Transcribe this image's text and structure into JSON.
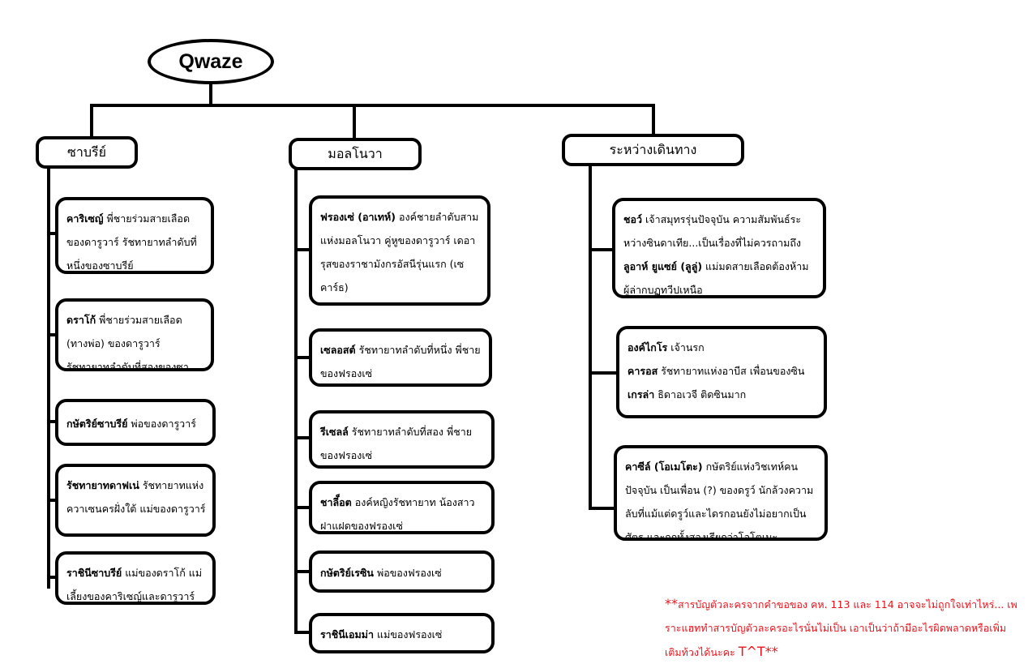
{
  "root": {
    "title": "Qwaze"
  },
  "columns": [
    {
      "header": "ซาบรีย์",
      "items": [
        {
          "name": "คาริเซญ์",
          "desc": " พี่ชายร่วมสายเลือดของดารูวาร์ รัชทายาทลำดับที่หนึ่งของซาบรีย์"
        },
        {
          "name": "ดราโก้",
          "desc": " พี่ชายร่วมสายเลือด (ทางพ่อ) ของดารูวาร์ รัชทายาทลำดับที่สองของซาบรีย์"
        },
        {
          "name": "กษัตริย์ซาบรีย์",
          "desc": " พ่อของดารูวาร์"
        },
        {
          "name": "รัชทายาทดาฟเน่",
          "desc": " รัชทายาทแห่งควาเซนครฝั่งใต้ แม่ของดารูวาร์"
        },
        {
          "name": "ราชินีซาบรีย์",
          "desc": " แม่ของดราโก้ แม่เลี้ยงของคาริเซญ์และดารูวาร์"
        }
      ]
    },
    {
      "header": "มอลโนวา",
      "items": [
        {
          "name": "ฟรองเซ่ (อาเทห์)",
          "desc": " องค์ชายลำดับสามแห่งมอลโนวา คู่หูของดารูวาร์ เดอารุสของราชามังกรอัสนีรุ่นแรก (เซคาร์ธ)"
        },
        {
          "name": "เซลอสต์",
          "desc": " รัชทายาทลำดับที่หนึ่ง พี่ชายของฟรองเซ่"
        },
        {
          "name": "รีเซลล์",
          "desc": " รัชทายาทลำดับที่สอง พี่ชายของฟรองเซ่"
        },
        {
          "name": "ชาลี็อต",
          "desc": " องค์หญิงรัชทายาท น้องสาวฝาแฝดของฟรองเซ่"
        },
        {
          "name": "กษัตริย์เรซิน",
          "desc": " พ่อของฟรองเซ่"
        },
        {
          "name": "ราชินีเอมม่า",
          "desc": " แม่ของฟรองเซ่"
        }
      ]
    },
    {
      "header": "ระหว่างเดินทาง",
      "items": [
        {
          "lines": [
            {
              "name": "ชอว์",
              "desc": " เจ้าสมุทรรุ่นปัจจุบัน ความสัมพันธ์ระหว่างซินดาเทีย...เป็นเรื่องที่ไม่ควรถามถึง"
            },
            {
              "name": "ลูอาห์ ยูแซย์ (ลูลู่)",
              "desc": " แม่มดสายเลือดต้องห้าม ผู้ล่ากบฏทวีปเหนือ"
            }
          ]
        },
        {
          "lines": [
            {
              "name": "องค์ไกโร",
              "desc": " เจ้านรก"
            },
            {
              "name": "คารอส",
              "desc": " รัชทายาทแห่งอาบีส เพื่อนของซิน"
            },
            {
              "name": "เกรล่า",
              "desc": " ธิดาอเวจี ติดซินมาก"
            }
          ]
        },
        {
          "lines": [
            {
              "name": "คาซีล์ (โอเมโตะ)",
              "desc": " กษัตริย์แห่งวิชเทห์คนปัจจุบัน เป็นเพื่อน (?) ของดรูว์ นักล้วงความลับที่แม้แต่ดรูว์และไดรกอนยังไม่อยากเป็นศัตรู และถูกทั้งสองเรียกว่าโอโตเมะ"
            }
          ]
        }
      ]
    }
  ],
  "note": {
    "prefix": "**",
    "text": "สารบัญตัวละครจากคำขอของ คห. 113 และ 114 อาจจะไม่ถูกใจเท่าไหร่... เพราะแฮททำสารบัญตัวละครอะไรนั่นไม่เป็น เอาเป็นว่าถ้ามีอะไรผิดพลาดหรือเพิ่มเติมท้วงได้นะคะ ",
    "emote": "T^T**"
  },
  "colors": {
    "line": "#000000",
    "note": "#e8141c"
  }
}
